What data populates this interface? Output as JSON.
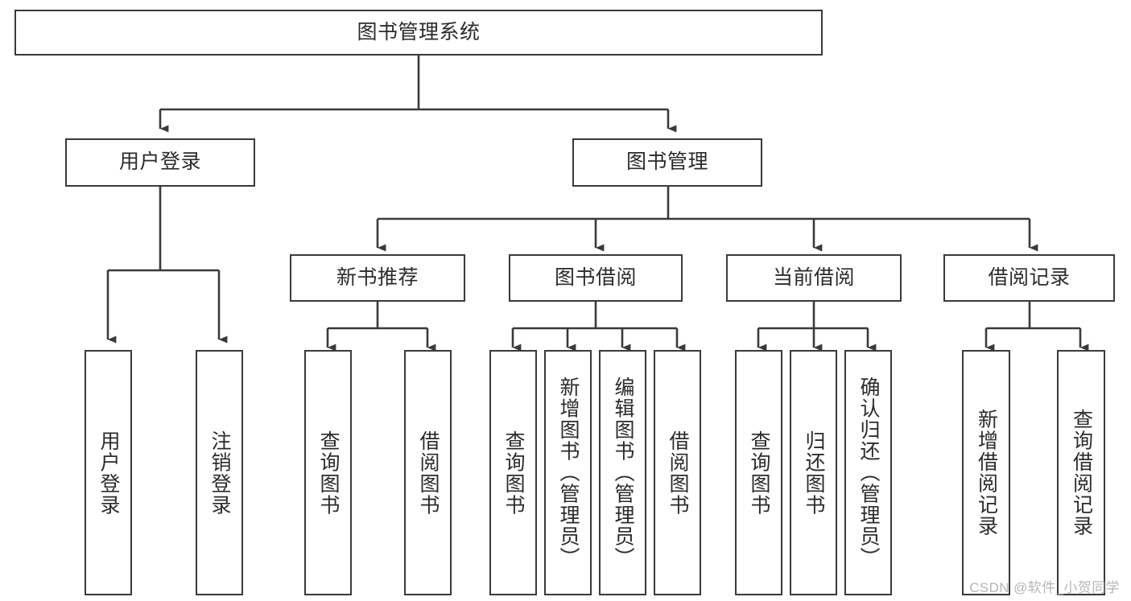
{
  "diagram": {
    "title": "图书管理系统",
    "type": "功能结构图",
    "watermark": "CSDN @软件_小贺同学",
    "colors": {
      "box_border": "#3a3a3a",
      "box_fill": "#ffffff",
      "edge": "#3a3a3a",
      "text": "#2b2b2b",
      "watermark": "#b6b6b6",
      "background": "#ffffff"
    },
    "root": {
      "label": "图书管理系统"
    },
    "level2": [
      {
        "id": "user-login",
        "label": "用户登录"
      },
      {
        "id": "book-manage",
        "label": "图书管理"
      }
    ],
    "level3": [
      {
        "id": "new-book-recommend",
        "label": "新书推荐"
      },
      {
        "id": "book-borrow",
        "label": "图书借阅"
      },
      {
        "id": "current-borrow",
        "label": "当前借阅"
      },
      {
        "id": "borrow-record",
        "label": "借阅记录"
      }
    ],
    "leaves": {
      "user_login": [
        {
          "id": "leaf-user-login",
          "label": "用户登录"
        },
        {
          "id": "leaf-logout-login",
          "label": "注销登录"
        }
      ],
      "new_book_recommend": [
        {
          "id": "leaf-query-book-1",
          "label": "查询图书"
        },
        {
          "id": "leaf-borrow-book-1",
          "label": "借阅图书"
        }
      ],
      "book_borrow": [
        {
          "id": "leaf-query-book-2",
          "label": "查询图书"
        },
        {
          "id": "leaf-add-book",
          "label": "新增图书（管理员）"
        },
        {
          "id": "leaf-edit-book",
          "label": "编辑图书（管理员）"
        },
        {
          "id": "leaf-borrow-book-2",
          "label": "借阅图书"
        }
      ],
      "current_borrow": [
        {
          "id": "leaf-query-book-3",
          "label": "查询图书"
        },
        {
          "id": "leaf-return-book",
          "label": "归还图书"
        },
        {
          "id": "leaf-confirm-return",
          "label": "确认归还（管理员）"
        }
      ],
      "borrow_record": [
        {
          "id": "leaf-add-record",
          "label": "新增借阅记录"
        },
        {
          "id": "leaf-query-record",
          "label": "查询借阅记录"
        }
      ]
    }
  }
}
